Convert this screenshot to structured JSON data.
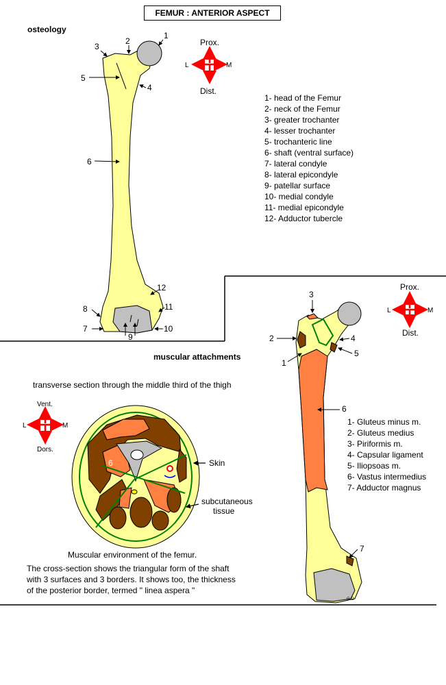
{
  "title": "FEMUR  :   ANTERIOR ASPECT",
  "osteology": {
    "heading": "osteology",
    "legend": [
      "1- head of the Femur",
      "2- neck of the Femur",
      "3- greater trochanter",
      "4- lesser trochanter",
      "5- trochanteric line",
      "6- shaft (ventral surface)",
      "7- lateral condyle",
      "8- lateral epicondyle",
      "9- patellar surface",
      "10- medial condyle",
      "11- medial epicondyle",
      "12- Adductor tubercle"
    ],
    "numbers": [
      "1",
      "2",
      "3",
      "4",
      "5",
      "6",
      "7",
      "8",
      "9",
      "10",
      "11",
      "12"
    ],
    "compass": {
      "top": "Prox.",
      "bottom": "Dist.",
      "left": "L",
      "right": "M"
    }
  },
  "muscular": {
    "heading": "muscular attachments",
    "legend": [
      "1- Gluteus minus m.",
      "2- Gluteus medius",
      "3- Piriformis m.",
      "4- Capsular ligament",
      "5-  Iliopsoas m.",
      "6- Vastus intermedius",
      "7- Adductor magnus"
    ],
    "numbers": [
      "1",
      "2",
      "3",
      "4",
      "5",
      "6",
      "7"
    ],
    "compass": {
      "top": "Prox.",
      "bottom": "Dist.",
      "left": "L",
      "right": "M"
    },
    "signature": "G.O"
  },
  "section": {
    "heading": "transverse section through the middle third of the thigh",
    "compass": {
      "top": "Vent.",
      "bottom": "Dors.",
      "left": "L",
      "right": "M"
    },
    "label_skin": "Skin",
    "label_subcut_1": "subcutaneous",
    "label_subcut_2": "tissue",
    "label_6": "6",
    "caption": "Muscular environment of the femur.",
    "description": [
      "The cross-section shows the triangular form of the shaft",
      "with 3 surfaces and 3 borders. It shows too, the thickness",
      "of the posterior border, termed \" linea aspera \""
    ]
  },
  "colors": {
    "bone": "#ffff99",
    "cartilage": "#c0c0c0",
    "muscle": "#ff8040",
    "dark_muscle": "#804000",
    "border": "#008000",
    "arrow": "#ff0000"
  }
}
